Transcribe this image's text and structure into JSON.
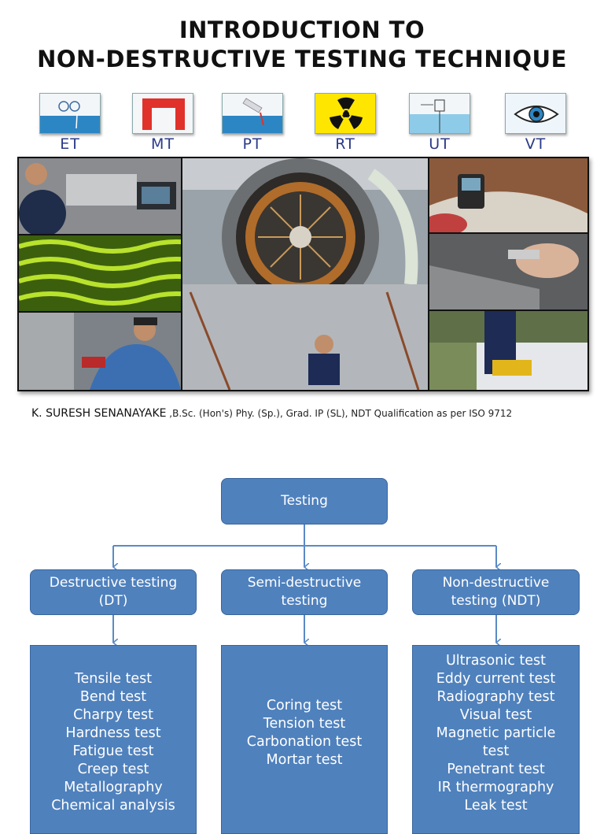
{
  "title": {
    "line1": "INTRODUCTION TO",
    "line2": "NON-DESTRUCTIVE TESTING TECHNIQUE"
  },
  "methods": [
    {
      "label": "ET",
      "icon": "eddy-current-icon"
    },
    {
      "label": "MT",
      "icon": "magnet-icon"
    },
    {
      "label": "PT",
      "icon": "penetrant-icon"
    },
    {
      "label": "RT",
      "icon": "radiation-icon"
    },
    {
      "label": "UT",
      "icon": "ultrasonic-icon"
    },
    {
      "label": "VT",
      "icon": "eye-icon"
    }
  ],
  "colors": {
    "box_fill": "#4f81bd",
    "box_border": "#3a659c",
    "connector": "#5b8ac6",
    "label_blue": "#2b3a88"
  },
  "author": {
    "name": "K. SURESH SENANAYAKE",
    "credentials": " ,B.Sc. (Hon's) Phy. (Sp.), Grad. IP (SL), NDT Qualification as per ISO 9712"
  },
  "chart": {
    "root": "Testing",
    "branches": [
      {
        "heading": "Destructive testing (DT)",
        "items": [
          "Tensile test",
          "Bend test",
          "Charpy test",
          "Hardness test",
          "Fatigue test",
          "Creep test",
          "Metallography",
          "Chemical analysis"
        ]
      },
      {
        "heading": "Semi-destructive testing",
        "items": [
          "Coring test",
          "Tension test",
          "Carbonation test",
          "Mortar test"
        ]
      },
      {
        "heading": "Non-destructive testing (NDT)",
        "items": [
          "Ultrasonic test",
          "Eddy current test",
          "Radiography test",
          "Visual test",
          "Magnetic particle test",
          "Penetrant test",
          "IR thermography",
          "Leak test"
        ]
      }
    ]
  }
}
